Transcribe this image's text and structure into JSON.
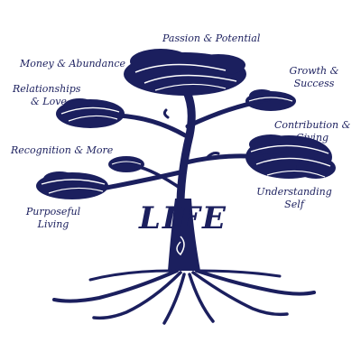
{
  "colors": {
    "tree": "#1b1f5e",
    "background": "#ffffff"
  },
  "tree": {
    "word": "LIFE",
    "labels": {
      "passion": "Passion & Potential",
      "money": "Money & Abundance",
      "growth_1": "Growth &",
      "growth_2": "Success",
      "relationships_1": "Relationships",
      "relationships_2": "& Love",
      "contribution_1": "Contribution &",
      "contribution_2": "Giving",
      "recognition": "Recognition & More",
      "understanding_1": "Understanding",
      "understanding_2": "Self",
      "purposeful_1": "Purposeful",
      "purposeful_2": "Living"
    }
  }
}
